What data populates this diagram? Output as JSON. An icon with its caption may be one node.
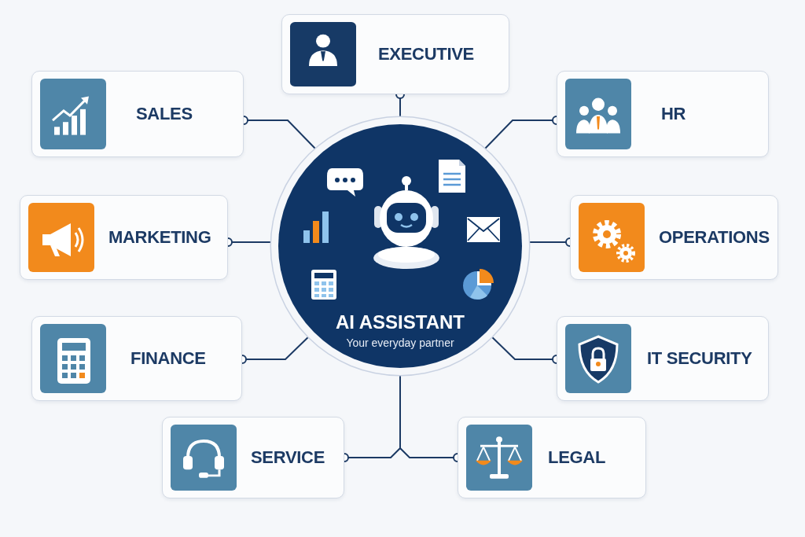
{
  "diagram": {
    "nodes": [
      {
        "text": [
          "AI ASSISTANT",
          "Your everyday partner"
        ]
      },
      {
        "text": [
          "EXECUTIVE"
        ]
      },
      {
        "text": [
          "SALES"
        ]
      },
      {
        "text": [
          "HR"
        ]
      },
      {
        "text": [
          "MARKETING"
        ]
      },
      {
        "text": [
          "OPERATIONS"
        ]
      },
      {
        "text": [
          "FINANCE"
        ]
      },
      {
        "text": [
          "IT SECURITY"
        ]
      },
      {
        "text": [
          "SERVICE"
        ]
      },
      {
        "text": [
          "LEGAL"
        ]
      }
    ],
    "edges": [
      {
        "from": 0,
        "to": 1,
        "arrow": "other"
      },
      {
        "from": 0,
        "to": 2,
        "arrow": "other"
      },
      {
        "from": 0,
        "to": 3,
        "arrow": "other"
      },
      {
        "from": 0,
        "to": 4,
        "arrow": "other"
      },
      {
        "from": 0,
        "to": 5,
        "arrow": "other"
      },
      {
        "from": 0,
        "to": 6,
        "arrow": "other"
      },
      {
        "from": 0,
        "to": 7,
        "arrow": "other"
      },
      {
        "from": 0,
        "to": 8,
        "arrow": "other"
      },
      {
        "from": 0,
        "to": 9,
        "arrow": "other"
      }
    ]
  }
}
